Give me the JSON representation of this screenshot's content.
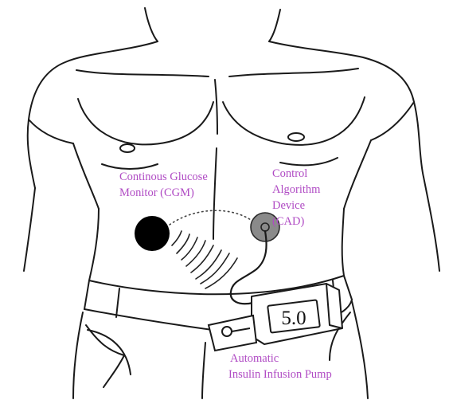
{
  "labels": {
    "cgm": [
      "Continous Glucose",
      "Monitor (CGM)"
    ],
    "cad": [
      "Control",
      "Algorithm",
      "Device",
      "(CAD)"
    ],
    "pump": [
      "Automatic",
      "Insulin Infusion Pump"
    ]
  },
  "pump_display": "5.0",
  "colors": {
    "label_text": "#b04bc4",
    "outline": "#1a1a1a",
    "cgm_sensor": "#000000",
    "cad_device": "#8a8a8a",
    "background": "#ffffff"
  }
}
